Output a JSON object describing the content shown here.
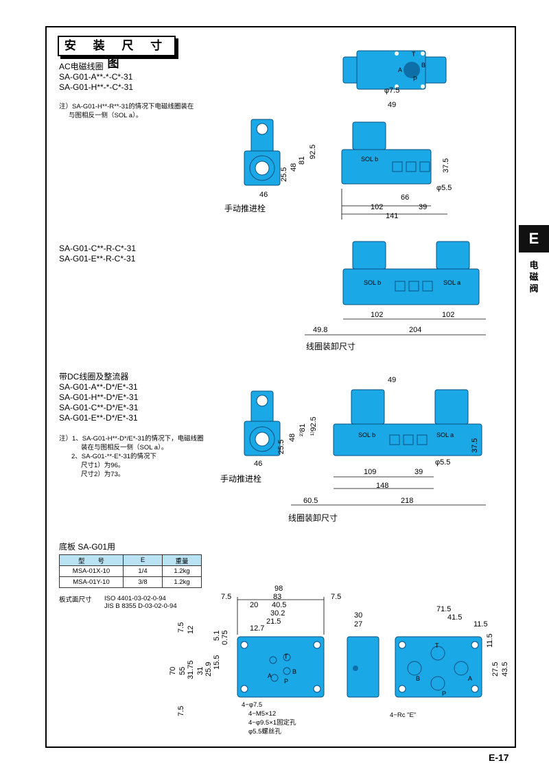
{
  "title": "安 装 尺 寸 图",
  "side_tab": {
    "letter": "E",
    "label": "电磁阀"
  },
  "page_number": "E-17",
  "section1": {
    "heading": "AC电磁线圈",
    "models": [
      "SA-G01-A**-*-C*-31",
      "SA-G01-H**-*-C*-31"
    ],
    "note_line1": "注）SA-G01-H**-R**-31的情况下电磁线圈装在",
    "note_line2": "与图相反一侧（SOL a）。",
    "manual_pin": "手动推进栓",
    "dims": {
      "d49": "49",
      "d92_5": "92.5",
      "d81": "81",
      "d48": "48",
      "d25_5": "25.5",
      "d46": "46",
      "d37_5": "37.5",
      "phi5_5": "φ5.5",
      "d66": "66",
      "d102": "102",
      "d39": "39",
      "d141": "141",
      "phi7_5": "φ7.5",
      "sol_b": "SOL b"
    },
    "ports": {
      "t": "T",
      "a": "A",
      "b": "B",
      "p": "P"
    }
  },
  "section2": {
    "models": [
      "SA-G01-C**-R-C*-31",
      "SA-G01-E**-R-C*-31"
    ],
    "dims": {
      "d49_8": "49.8",
      "d102a": "102",
      "d102b": "102",
      "d204": "204",
      "sol_b": "SOL b",
      "sol_a": "SOL a"
    },
    "coil_removal": "线圈装卸尺寸"
  },
  "section3": {
    "heading": "带DC线圈及整流器",
    "models": [
      "SA-G01-A**-D*/E*-31",
      "SA-G01-H**-D*/E*-31",
      "SA-G01-C**-D*/E*-31",
      "SA-G01-E**-D*/E*-31"
    ],
    "notes": [
      "注）1、SA-G01-H**-D*/E*-31的情况下，电磁线圈",
      "装在与图相反一侧（SOL a）。",
      "2、SA-G01-**-E*-31的情况下",
      "尺寸1）为96。",
      "尺寸2）为73。"
    ],
    "manual_pin": "手动推进栓",
    "dims": {
      "d49": "49",
      "d92_5": "¹⁾92.5",
      "d81": "²⁾81",
      "d48": "48",
      "d25_5": "25.5",
      "d46": "46",
      "d37_5": "37.5",
      "phi5_5": "φ5.5",
      "d109": "109",
      "d39": "39",
      "d148": "148",
      "d60_5": "60.5",
      "d218": "218",
      "sol_b": "SOL b",
      "sol_a": "SOL a"
    },
    "coil_removal": "线圈装卸尺寸"
  },
  "section4": {
    "heading": "底板  SA-G01用",
    "table": {
      "headers": [
        "型　　号",
        "E",
        "重量"
      ],
      "rows": [
        [
          "MSA-01X-10",
          "1/4",
          "1.2kg"
        ],
        [
          "MSA-01Y-10",
          "3/8",
          "1.2kg"
        ]
      ]
    },
    "std_label": "板式面尺寸",
    "std_values": [
      "ISO 4401-03-02-0-94",
      "JIS B 8355 D-03-02-0-94"
    ],
    "dims_top": [
      "98",
      "83",
      "7.5",
      "7.5",
      "40.5",
      "20",
      "30.2",
      "21.5",
      "12.7"
    ],
    "dims_left": [
      "7.5",
      "12",
      "5.1",
      "0.75",
      "70",
      "55",
      "31.75",
      "31",
      "25.9",
      "15.5",
      "7.5"
    ],
    "labels": [
      "4−φ7.5",
      "4−M5×12",
      "4−φ9.5×1固定孔",
      "φ5.5螺丝孔"
    ],
    "side_dims": [
      "30",
      "27"
    ],
    "right_dims": [
      "71.5",
      "41.5",
      "11.5",
      "11.5",
      "27.5",
      "43.5"
    ],
    "rc_label": "4−Rc \"E\"",
    "ports": {
      "t": "T",
      "a": "A",
      "b": "B",
      "p": "P"
    }
  }
}
